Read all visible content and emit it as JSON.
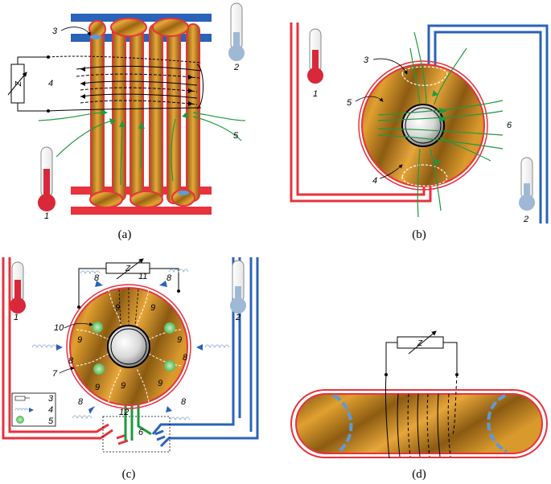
{
  "panels": {
    "a": {
      "caption": "(a)",
      "labels": {
        "n1": "1",
        "n2": "2",
        "n3": "3",
        "n4": "4",
        "n5": "5"
      },
      "resistor": "Z"
    },
    "b": {
      "caption": "(b)",
      "labels": {
        "n1": "1",
        "n2": "2",
        "n3": "3",
        "n4": "4",
        "n5": "5",
        "n6": "6"
      }
    },
    "c": {
      "caption": "(c)",
      "resistor": "Z",
      "labels": {
        "n1": "1",
        "n2": "2",
        "n6": "6",
        "n7": "7",
        "n9": "9",
        "n10": "10",
        "n11": "11",
        "n12": "12",
        "n8": "8"
      },
      "legend": {
        "i3": "3",
        "i4": "4",
        "i5": "5"
      }
    },
    "d": {
      "caption": "(d)",
      "resistor": "Z"
    }
  },
  "colors": {
    "hot": "#e8323c",
    "cold": "#2a63b8",
    "field": "#1e9a3c",
    "core_dark": "#8a5a12",
    "core_light": "#e7a63a",
    "thermo_hot": "#d9283a",
    "thermo_cold": "#9fb8d6"
  }
}
